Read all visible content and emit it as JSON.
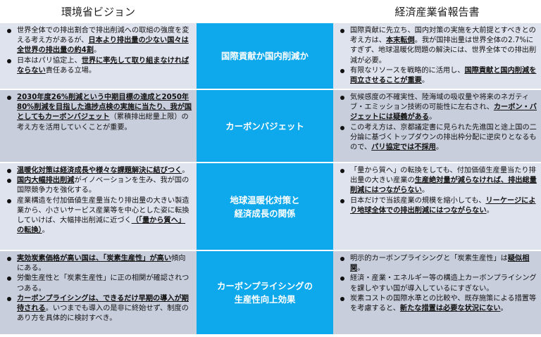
{
  "headers": {
    "left": "環境省ビジョン",
    "right": "経済産業省報告書"
  },
  "rows": [
    {
      "topic": "国際貢献か国内削減か",
      "left": [
        [
          {
            "t": "世界全体での排出割合で排出削減への取組の強度を変える考え方があるが、"
          },
          {
            "t": "日本より排出量の少ない国々は全世界の排出量の約4割",
            "em": true
          },
          {
            "t": "。"
          }
        ],
        [
          {
            "t": "日本はパリ協定上、"
          },
          {
            "t": "世界に率先して取り組まなければならない",
            "em": true
          },
          {
            "t": "責任ある立場。"
          }
        ]
      ],
      "right": [
        [
          {
            "t": "国際貢献に先立ち、国内対策の実施を大前提とすべきとの考え方は、"
          },
          {
            "t": "本末転倒",
            "em": true
          },
          {
            "t": "。我が国排出量は世界全体の2.7%にすぎず、地球温暖化問題の解決には、世界全体での排出削減が必要。"
          }
        ],
        [
          {
            "t": "有限なリソースを戦略的に活用し、"
          },
          {
            "t": "国際貢献と国内削減を両立させることが重要",
            "em": true
          },
          {
            "t": "。"
          }
        ]
      ]
    },
    {
      "topic": "カーボンバジェット",
      "left": [
        [
          {
            "t": "2030年度26%削減という中期目標の達成と2050年80%削減を目指した進捗点検の実施に当たり、我が国としてもカーボンバジェット",
            "em": true
          },
          {
            "t": "（累積排出総量上限）の考え方を活用していくことが重要。"
          }
        ]
      ],
      "right": [
        [
          {
            "t": "気候感度の不確実性、陸海域の吸収量や将来のネガティブ・エミッション技術の可能性に左右され、"
          },
          {
            "t": "カーボン・バジェットには疑義がある",
            "em": true
          },
          {
            "t": "。"
          }
        ],
        [
          {
            "t": "この考え方は、京都議定書に見られた先進国と途上国の二分論に基づくトップダウンの排出枠分配に逆戻りとなるもので、"
          },
          {
            "t": "パリ協定では不採用",
            "em": true
          },
          {
            "t": "。"
          }
        ]
      ]
    },
    {
      "topic": "地球温暖化対策と\n経済成長の関係",
      "left": [
        [
          {
            "t": "温暖化対策は経済成長や様々な課題解決に結びつく",
            "em": true
          },
          {
            "t": "。"
          }
        ],
        [
          {
            "t": "国内大幅排出削減",
            "em": true
          },
          {
            "t": "がイノベーションを生み、我が国の国際競争力を強化する。"
          }
        ],
        [
          {
            "t": "産業構造を付加価値生産量当たり排出量の大きい製造業から、小さいサービス産業等を中心とした姿に転換していけば、大幅排出削減に近づく"
          },
          {
            "t": "（「量から質へ」の転換）",
            "em": true
          },
          {
            "t": "。"
          }
        ]
      ],
      "right": [
        [
          {
            "t": "「量から質へ」の転換をしても、付加価値生産量当たり排出量の大きい産業の"
          },
          {
            "t": "生産絶対量が減らなければ、排出総量削減にはつながらない",
            "em": true
          },
          {
            "t": "。"
          }
        ],
        [
          {
            "t": "日本だけで当該産業の規模を縮小しても、"
          },
          {
            "t": "リーケージにより地球全体での排出削減にはつながらない",
            "em": true
          },
          {
            "t": "。"
          }
        ]
      ]
    },
    {
      "topic": "カーボンプライシングの\n生産性向上効果",
      "left": [
        [
          {
            "t": "実効炭素価格が高い国は、「炭素生産性」が高い",
            "em": true
          },
          {
            "t": "傾向にある。"
          }
        ],
        [
          {
            "t": "労働生産性と「炭素生産性」に正の相関が確認されつつある。"
          }
        ],
        [
          {
            "t": "カーボンプライシングは、できるだけ早期の導入が期待される",
            "em": true
          },
          {
            "t": "。いつまでも導入の是非に終始せず、制度のあり方を具体的に検討すべき。"
          }
        ]
      ],
      "right": [
        [
          {
            "t": "明示的カーボンプライシングと「炭素生産性」は"
          },
          {
            "t": "疑似相関",
            "em": true
          },
          {
            "t": "。"
          }
        ],
        [
          {
            "t": "経済・産業・エネルギー等の構造上カーボンプライシングを課しやすい国が導入しているにすぎない。"
          }
        ],
        [
          {
            "t": "炭素コストの国際水準との比較や、既存施策による措置等を考慮すると、"
          },
          {
            "t": "新たな措置は必要な状況にない",
            "em": true
          },
          {
            "t": "。"
          }
        ]
      ]
    }
  ],
  "colors": {
    "topic_bg": "#0ea8ec",
    "row_bg_a": "#dfe3ee",
    "row_bg_b": "#c9cedd"
  }
}
